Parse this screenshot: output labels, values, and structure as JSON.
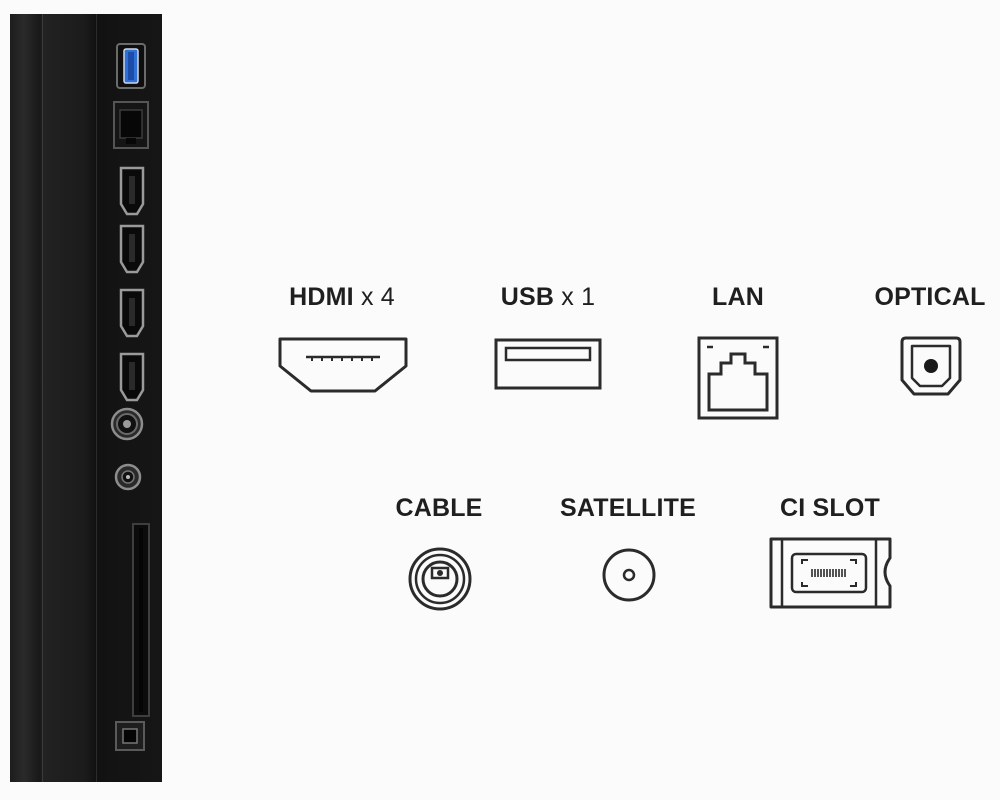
{
  "connectors": {
    "hdmi": {
      "name": "HDMI",
      "multiplier": "x 4",
      "icon": "hdmi-port-icon"
    },
    "usb": {
      "name": "USB",
      "multiplier": "x 1",
      "icon": "usb-port-icon"
    },
    "lan": {
      "name": "LAN",
      "icon": "ethernet-port-icon"
    },
    "optical": {
      "name": "OPTICAL",
      "icon": "optical-port-icon"
    },
    "cable": {
      "name": "CABLE",
      "icon": "coaxial-cable-port-icon"
    },
    "satellite": {
      "name": "SATELLITE",
      "icon": "satellite-port-icon"
    },
    "ci_slot": {
      "name": "CI SLOT",
      "icon": "ci-slot-icon"
    }
  },
  "colors": {
    "tv_body": "#1b1b1b",
    "icon_stroke": "#2b2b2b",
    "usb3_accent": "#2f6fd6",
    "background": "#fbfbfb"
  }
}
